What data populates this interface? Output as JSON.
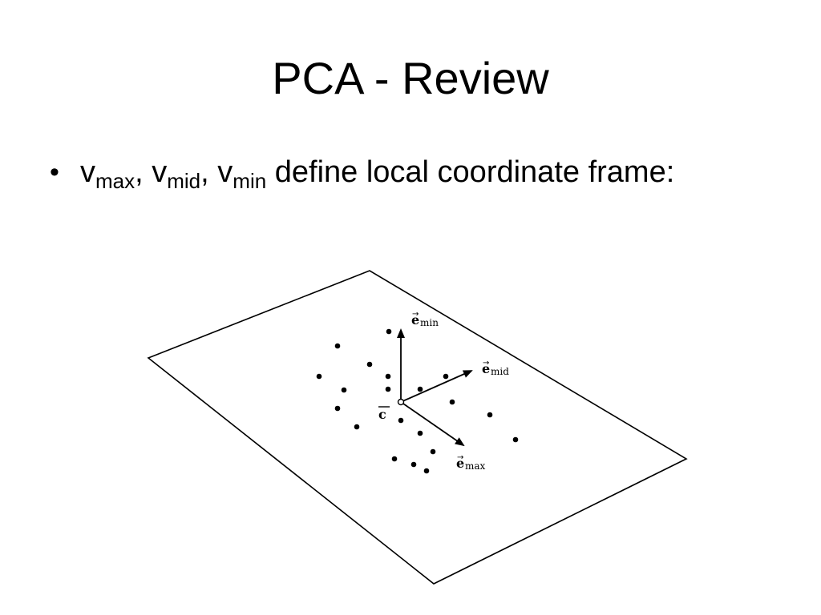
{
  "slide": {
    "title": "PCA - Review",
    "bullet": {
      "marker": "•",
      "v1": "v",
      "sub1": "max",
      "sep1": ", ",
      "v2": "v",
      "sub2": "mid",
      "sep2": ", ",
      "v3": "v",
      "sub3": "min",
      "rest": " define local coordinate frame:"
    }
  },
  "diagram": {
    "labels": {
      "e_min": {
        "base": "e",
        "sub": "min"
      },
      "e_mid": {
        "base": "e",
        "sub": "mid"
      },
      "e_max": {
        "base": "e",
        "sub": "max"
      },
      "center": "c"
    }
  }
}
